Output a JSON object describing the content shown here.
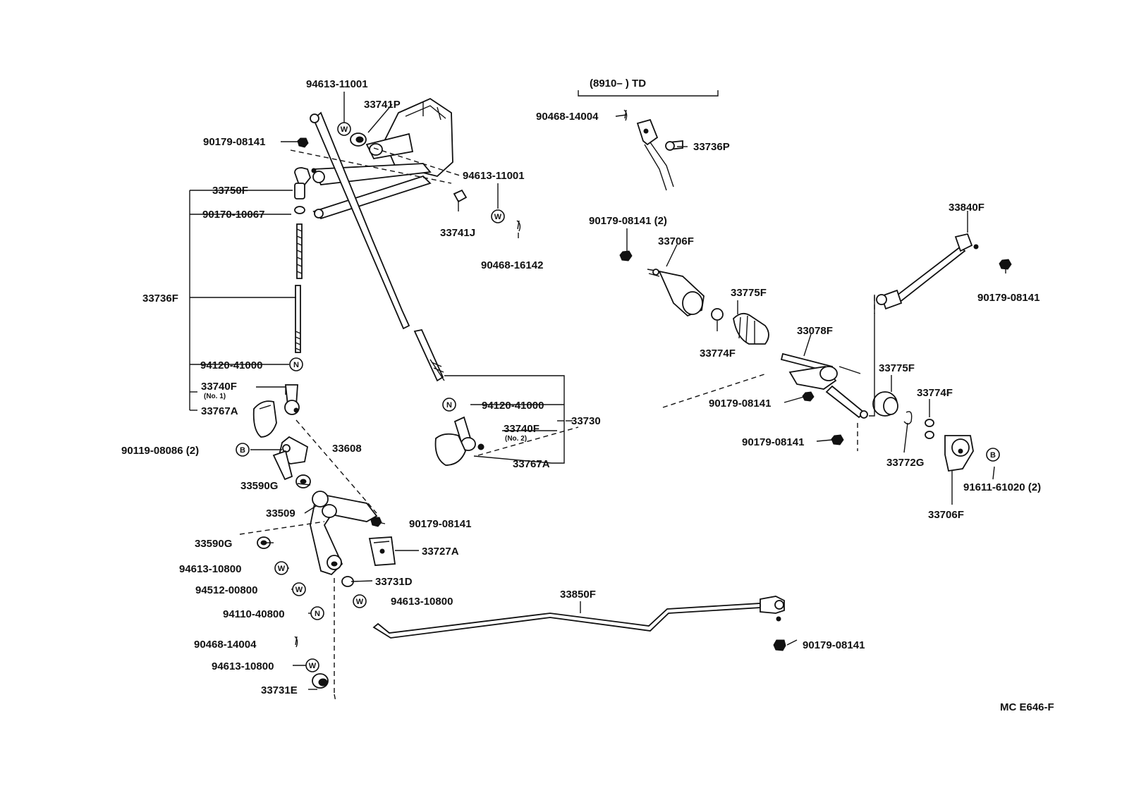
{
  "diagram_code": "MC E646-F",
  "range_note": "(8910–        ) TD",
  "symbols": {
    "washer": "W",
    "nut": "N",
    "bolt": "B"
  },
  "parts": {
    "p_94613_11001_a": "94613-11001",
    "p_33741P": "33741P",
    "p_90179_08141_a": "90179-08141",
    "p_94613_11001_b": "94613-11001",
    "p_33750F": "33750F",
    "p_90170_10067": "90170-10067",
    "p_33741J": "33741J",
    "p_90468_16142": "90468-16142",
    "p_33736F": "33736F",
    "p_94120_41000_a": "94120-41000",
    "p_33740F_a": "33740F",
    "p_no1": "(No. 1)",
    "p_33767A_a": "33767A",
    "p_90119_08086": "90119-08086 (2)",
    "p_33608": "33608",
    "p_33590G_a": "33590G",
    "p_33509": "33509",
    "p_90179_08141_b": "90179-08141",
    "p_33590G_b": "33590G",
    "p_33727A": "33727A",
    "p_94613_10800_a": "94613-10800",
    "p_33731D": "33731D",
    "p_94512_00800": "94512-00800",
    "p_94613_10800_b": "94613-10800",
    "p_94110_40800": "94110-40800",
    "p_90468_14004_a": "90468-14004",
    "p_94613_10800_c": "94613-10800",
    "p_33731E": "33731E",
    "p_94120_41000_b": "94120-41000",
    "p_33740F_b": "33740F",
    "p_no2": "(No. 2)",
    "p_33730": "33730",
    "p_33767A_b": "33767A",
    "p_90468_14004_b": "90468-14004",
    "p_33736P": "33736P",
    "p_90179_08141_c": "90179-08141 (2)",
    "p_33706F_a": "33706F",
    "p_33775F_a": "33775F",
    "p_33774F_a": "33774F",
    "p_33078F": "33078F",
    "p_90179_08141_d": "90179-08141",
    "p_90179_08141_e": "90179-08141",
    "p_33840F": "33840F",
    "p_90179_08141_f": "90179-08141",
    "p_33775F_b": "33775F",
    "p_33774F_b": "33774F",
    "p_33772G": "33772G",
    "p_91611_61020": "91611-61020 (2)",
    "p_33706F_b": "33706F",
    "p_33850F": "33850F",
    "p_90179_08141_g": "90179-08141"
  }
}
